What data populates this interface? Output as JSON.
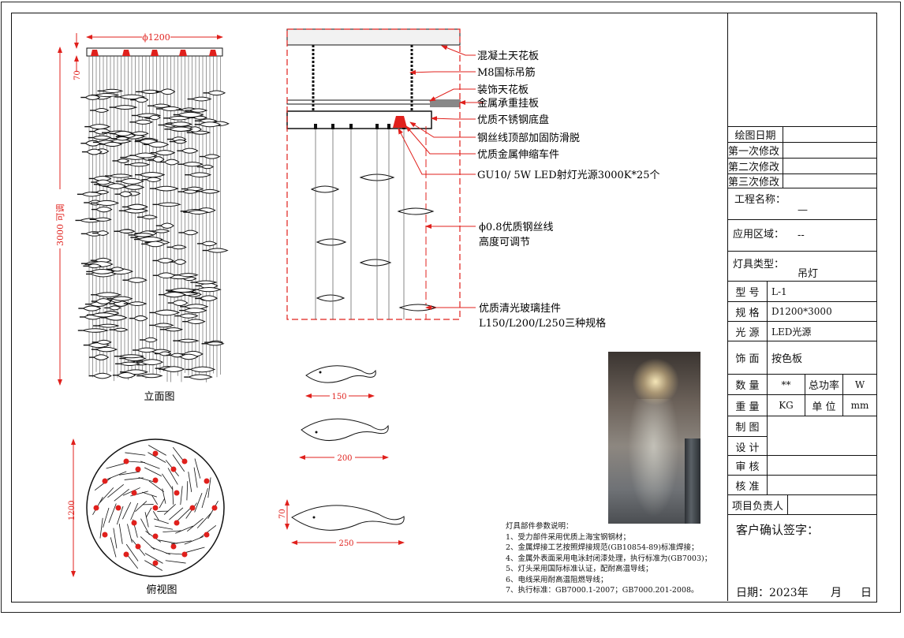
{
  "elevation": {
    "width_dim": "ϕ1200",
    "top_dim": "70",
    "height_dim": "3000 可调",
    "caption": "立面图"
  },
  "plan": {
    "dim": "1200",
    "caption": "俯视图"
  },
  "section": {
    "callouts": [
      "混凝土天花板",
      "M8国标吊筋",
      "装饰天花板",
      "金属承重挂板",
      "优质不锈钢底盘",
      "钢丝线顶部加固防滑脱",
      "优质金属伸缩车件",
      "GU10/ 5W LED射灯光源3000K*25个"
    ],
    "wire_label_1": "ϕ0.8优质钢丝线",
    "wire_label_2": "高度可调节",
    "glass_label_1": "优质清光玻璃挂件",
    "glass_label_2": "L150/L200/L250三种规格"
  },
  "pendants": {
    "dim_150": "150",
    "dim_200": "200",
    "dim_250": "250",
    "dim_70": "70"
  },
  "notes": {
    "title": "灯具部件参数说明：",
    "items": [
      "1、受力部件采用优质上海宝钢钢材；",
      "2、金属焊接工艺按照焊接规范(GB10854-89)标准焊接；",
      "4、金属外表面采用电泳封闭漆处理，执行标准为(GB7003)；",
      "5、灯头采用国际标准认证，配耐高温导线；",
      "6、电线采用耐高温阻燃导线；",
      "7、执行标准：GB7000.1-2007；GB7000.201-2008。"
    ]
  },
  "title_block": {
    "draw_date": "绘图日期",
    "rev1": "第一次修改",
    "rev2": "第二次修改",
    "rev3": "第三次修改",
    "project_label": "工程名称：",
    "project_value": "—",
    "area_label": "应用区域：",
    "area_value": "--",
    "type_label": "灯具类型：",
    "type_value": "吊灯",
    "model_label": "型 号",
    "model_value": "L-1",
    "spec_label": "规 格",
    "spec_value": "D1200*3000",
    "light_label": "光 源",
    "light_value": "LED光源",
    "finish_label": "饰 面",
    "finish_value": "按色板",
    "qty_label": "数 量",
    "qty_value": "**",
    "power_label": "总功率",
    "power_value": "W",
    "weight_label": "重 量",
    "weight_value": "KG",
    "unit_label": "单 位",
    "unit_value": "mm",
    "drafter": "制 图",
    "designer": "设 计",
    "reviewer": "审 核",
    "approver": "核 准",
    "manager": "项目负责人",
    "client_sign": "客户确认签字：",
    "date_label": "日期：2023年",
    "month": "月",
    "day": "日"
  },
  "colors": {
    "dim_red": "#e0201c",
    "line": "#111111"
  }
}
